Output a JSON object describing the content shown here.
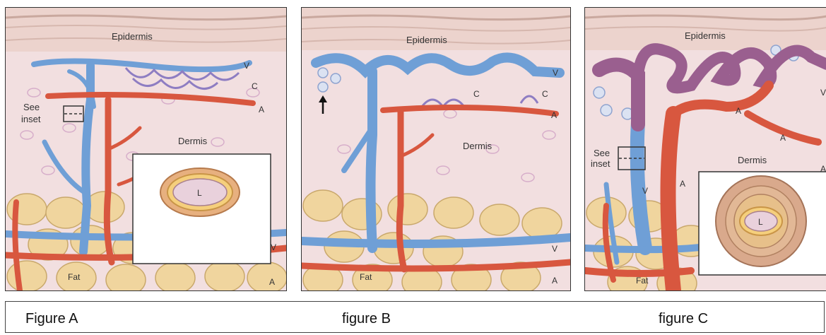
{
  "panels": [
    {
      "epidermis": "Epidermis",
      "dermis": "Dermis",
      "fat": "Fat",
      "see": "See",
      "inset": "inset",
      "v": "V",
      "c": "C",
      "a": "A",
      "v2": "V",
      "a2": "A",
      "lumen": "L"
    },
    {
      "epidermis": "Epidermis",
      "dermis": "Dermis",
      "fat": "Fat",
      "v": "V",
      "c1": "C",
      "c2": "C",
      "a": "A",
      "v2": "V",
      "a2": "A"
    },
    {
      "epidermis": "Epidermis",
      "dermis": "Dermis",
      "fat": "Fat",
      "see": "See",
      "inset": "inset",
      "v_top": "V",
      "a_mid": "A",
      "a_right": "A",
      "a_right2": "A",
      "v_vessel": "V",
      "a_vessel": "A",
      "lumen": "L"
    }
  ],
  "captions": [
    "Figure A",
    "figure B",
    "figure C"
  ],
  "colors": {
    "vein": "#6f9fd6",
    "artery": "#d8573f",
    "dilated_vein": "#9a5f8f",
    "fat": "#f2d9a3",
    "dermis": "#f1dfe1",
    "epidermis": "#eed5cf"
  }
}
